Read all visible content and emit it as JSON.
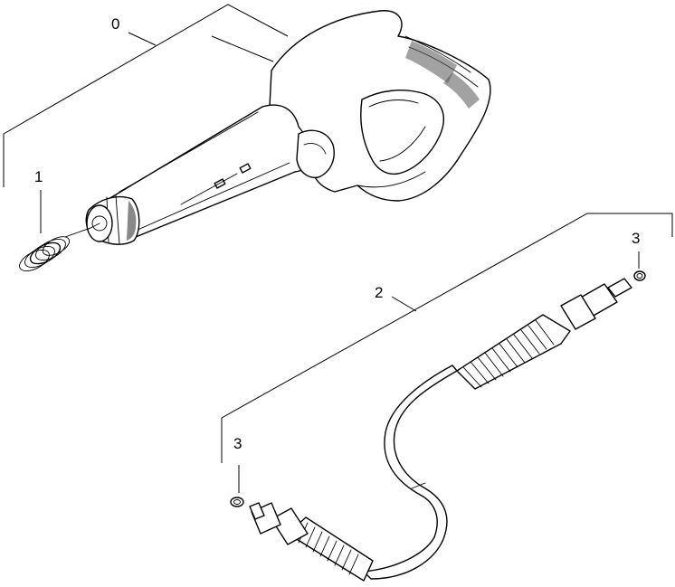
{
  "callouts": [
    {
      "id": "label-0",
      "text": "0"
    },
    {
      "id": "label-1",
      "text": "1"
    },
    {
      "id": "label-2",
      "text": "2"
    },
    {
      "id": "label-3a",
      "text": "3"
    },
    {
      "id": "label-3b",
      "text": "3"
    }
  ],
  "colors": {
    "line": "#000000",
    "background": "#ffffff",
    "shading": "#555555"
  }
}
